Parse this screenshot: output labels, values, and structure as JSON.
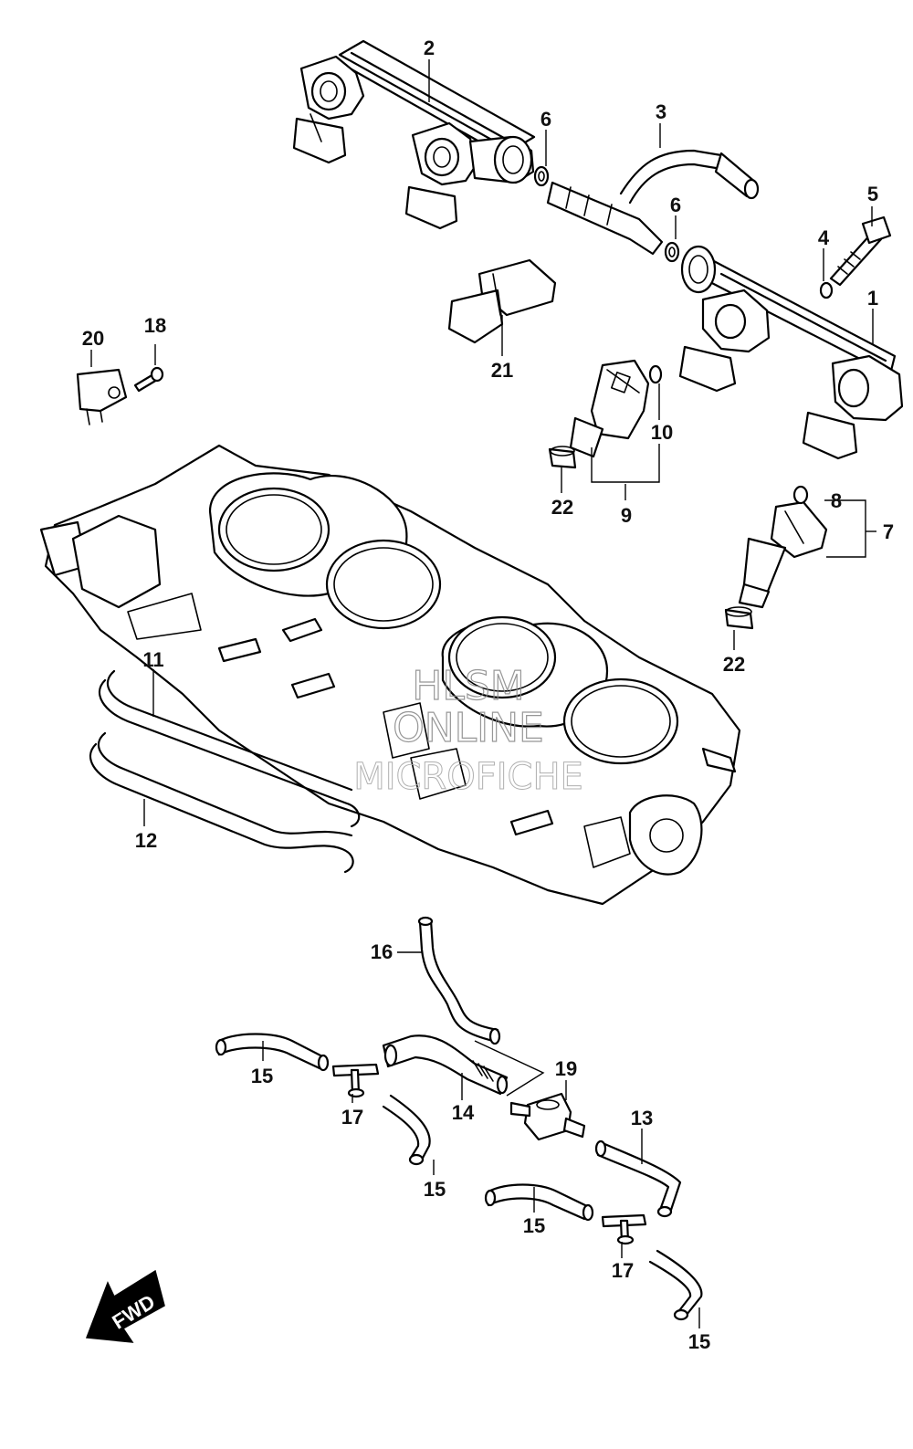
{
  "diagram": {
    "callouts": [
      {
        "id": "c2",
        "text": "2"
      },
      {
        "id": "c3",
        "text": "3"
      },
      {
        "id": "c6a",
        "text": "6"
      },
      {
        "id": "c6b",
        "text": "6"
      },
      {
        "id": "c5",
        "text": "5"
      },
      {
        "id": "c4",
        "text": "4"
      },
      {
        "id": "c1",
        "text": "1"
      },
      {
        "id": "c20",
        "text": "20"
      },
      {
        "id": "c18",
        "text": "18"
      },
      {
        "id": "c21",
        "text": "21"
      },
      {
        "id": "c10",
        "text": "10"
      },
      {
        "id": "c22a",
        "text": "22"
      },
      {
        "id": "c9",
        "text": "9"
      },
      {
        "id": "c8",
        "text": "8"
      },
      {
        "id": "c7",
        "text": "7"
      },
      {
        "id": "c22b",
        "text": "22"
      },
      {
        "id": "c11",
        "text": "11"
      },
      {
        "id": "c12",
        "text": "12"
      },
      {
        "id": "c16",
        "text": "16"
      },
      {
        "id": "c19",
        "text": "19"
      },
      {
        "id": "c15a",
        "text": "15"
      },
      {
        "id": "c17a",
        "text": "17"
      },
      {
        "id": "c14",
        "text": "14"
      },
      {
        "id": "c13",
        "text": "13"
      },
      {
        "id": "c15b",
        "text": "15"
      },
      {
        "id": "c15c",
        "text": "15"
      },
      {
        "id": "c17b",
        "text": "17"
      },
      {
        "id": "c15d",
        "text": "15"
      }
    ],
    "watermark": [
      "HLSM",
      "ONLINE",
      "MICROFICHE"
    ],
    "direction_badge": "FWD"
  }
}
